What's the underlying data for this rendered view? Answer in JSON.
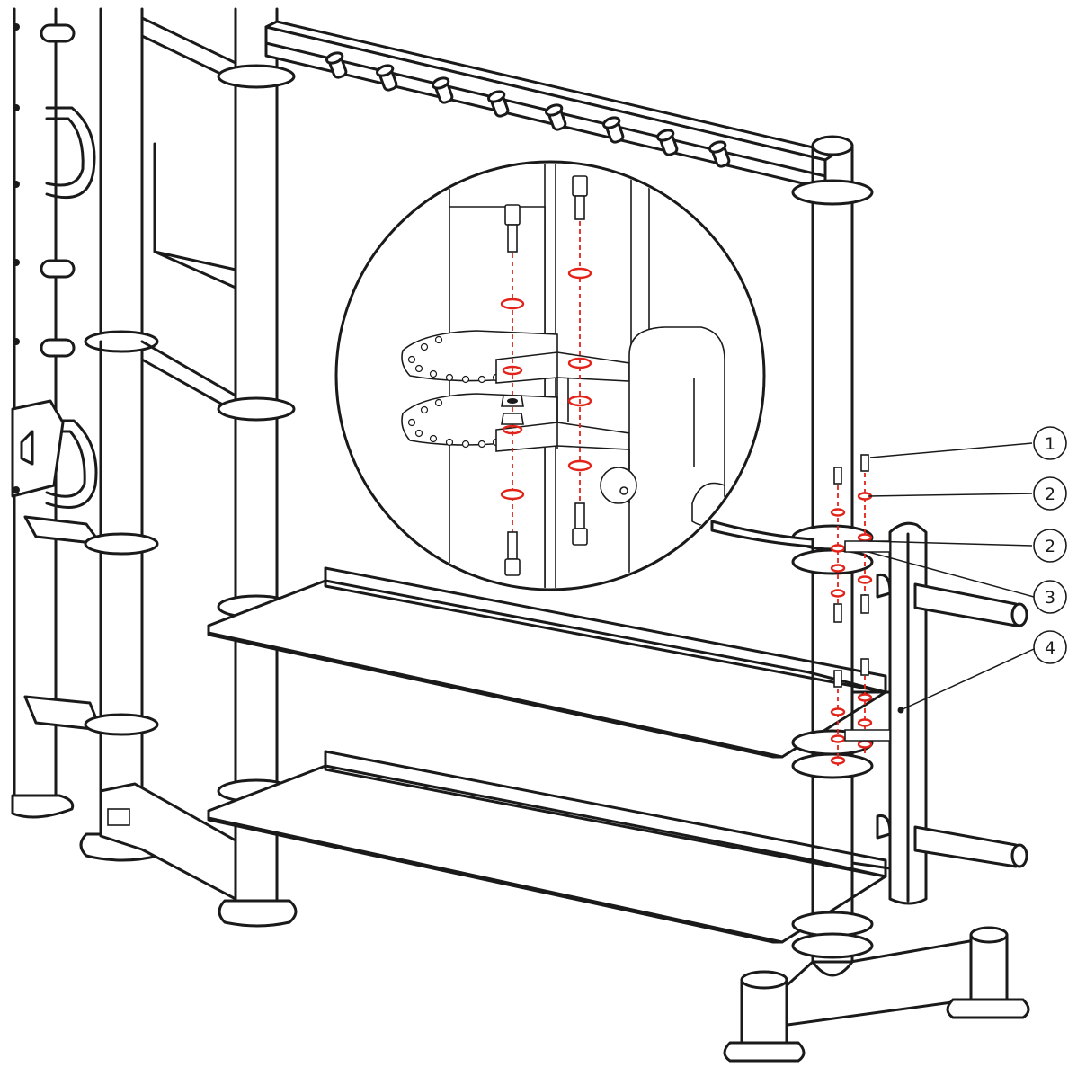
{
  "callouts": [
    {
      "id": "1",
      "label": "1",
      "target": "bolt"
    },
    {
      "id": "2a",
      "label": "2",
      "target": "washer"
    },
    {
      "id": "2b",
      "label": "2",
      "target": "washer"
    },
    {
      "id": "3",
      "label": "3",
      "target": "bracket"
    },
    {
      "id": "4",
      "label": "4",
      "target": "plate-holder-post"
    }
  ],
  "colors": {
    "line": "#1a1a1a",
    "hardware_highlight": "#e2231a",
    "background": "#ffffff"
  }
}
